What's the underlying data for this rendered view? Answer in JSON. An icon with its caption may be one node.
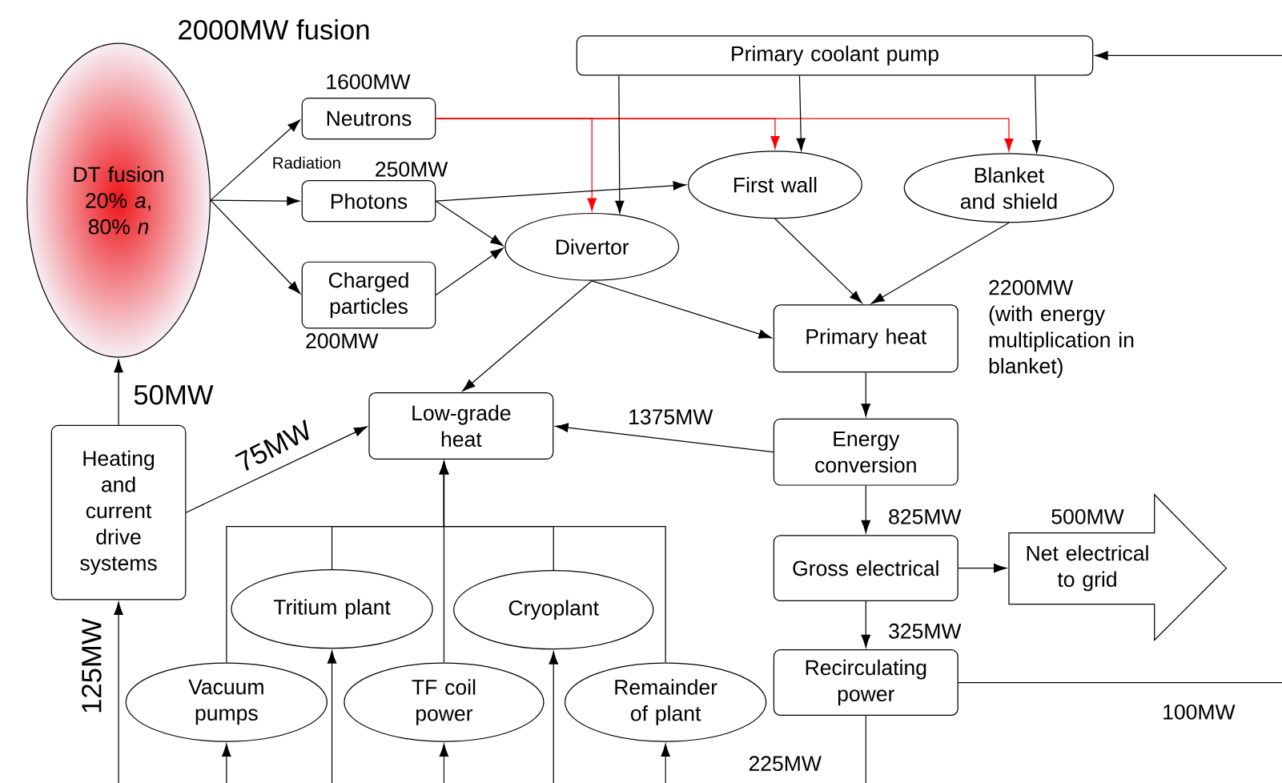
{
  "diagram": {
    "title": "2000MW fusion",
    "nodes": [
      {
        "text": [
          "DT fusion 20% *a*, 80% *n*"
        ]
      },
      {
        "text": [
          "Primary coolant pump"
        ]
      },
      {
        "text": [
          "Neutrons"
        ],
        "beside": [
          "1600MW"
        ]
      },
      {
        "text": [
          "Photons"
        ],
        "beside": [
          "250MW"
        ]
      },
      {
        "text": [
          "Charged particles"
        ],
        "beside": [
          "200MW"
        ]
      },
      {
        "text": [
          "First wall"
        ]
      },
      {
        "text": [
          "Blanket and shield"
        ]
      },
      {
        "text": [
          "Divertor"
        ]
      },
      {
        "text": [
          "Primary heat"
        ],
        "beside": [
          "2200MW (with energy multiplication in blanket)"
        ]
      },
      {
        "text": [
          "Low-grade heat"
        ]
      },
      {
        "text": [
          "Heating and current drive systems"
        ]
      },
      {
        "text": [
          "Energy conversion"
        ]
      },
      {
        "text": [
          "Gross electrical"
        ]
      },
      {
        "text": [
          "Net electrical to grid"
        ],
        "beside": [
          "500MW"
        ]
      },
      {
        "text": [
          "Recirculating power"
        ]
      },
      {
        "text": [
          "Tritium plant"
        ]
      },
      {
        "text": [
          "Cryoplant"
        ]
      },
      {
        "text": [
          "Vacuum pumps"
        ]
      },
      {
        "text": [
          "TF coil power"
        ]
      },
      {
        "text": [
          "Remainder of plant"
        ]
      }
    ],
    "edges": [
      {
        "from": 0,
        "to": 2,
        "arrow": "to"
      },
      {
        "from": 0,
        "to": 3,
        "arrow": "to"
      },
      {
        "from": 0,
        "to": 4,
        "arrow": "to"
      },
      {
        "from": 2,
        "to": 7,
        "arrow": "to",
        "color": "#ff0000"
      },
      {
        "from": 2,
        "to": 5,
        "arrow": "to",
        "color": "#ff0000"
      },
      {
        "from": 2,
        "to": 6,
        "arrow": "to",
        "color": "#ff0000"
      },
      {
        "from": 1,
        "to": 7,
        "arrow": "to"
      },
      {
        "from": 1,
        "to": 5,
        "arrow": "to"
      },
      {
        "from": 1,
        "to": 6,
        "arrow": "to"
      },
      {
        "from": 3,
        "to": 5,
        "arrow": "to"
      },
      {
        "from": 3,
        "to": 7,
        "arrow": "to"
      },
      {
        "from": 4,
        "to": 7,
        "arrow": "to"
      },
      {
        "from": 7,
        "to": 9,
        "arrow": "to"
      },
      {
        "from": 7,
        "to": 8,
        "arrow": "to"
      },
      {
        "from": 5,
        "to": 8,
        "arrow": "to"
      },
      {
        "from": 6,
        "to": 8,
        "arrow": "to"
      },
      {
        "from": 8,
        "to": 11,
        "arrow": "to"
      },
      {
        "from": 11,
        "to": 9,
        "arrow": "to",
        "label": "1375MW"
      },
      {
        "from": 10,
        "to": 0,
        "arrow": "to",
        "label": "50MW"
      },
      {
        "from": 10,
        "to": 9,
        "arrow": "to",
        "label": "75MW"
      },
      {
        "from": 11,
        "to": 12,
        "arrow": "to",
        "label": "825MW"
      },
      {
        "from": 12,
        "to": 13,
        "arrow": "to"
      },
      {
        "from": 12,
        "to": 14,
        "arrow": "to",
        "label": "325MW"
      },
      {
        "from": 14,
        "to": null,
        "arrow": "none",
        "label": "100MW"
      },
      {
        "from": null,
        "to": 1,
        "arrow": "to"
      },
      {
        "from": 14,
        "to": null,
        "arrow": "none",
        "label": "225MW"
      },
      {
        "from": null,
        "to": 10,
        "arrow": "to",
        "label": "125MW"
      },
      {
        "from": null,
        "to": 17,
        "arrow": "to"
      },
      {
        "from": null,
        "to": 15,
        "arrow": "to"
      },
      {
        "from": null,
        "to": 18,
        "arrow": "to"
      },
      {
        "from": null,
        "to": 16,
        "arrow": "to"
      },
      {
        "from": null,
        "to": 19,
        "arrow": "to"
      },
      {
        "from": 17,
        "to": 9,
        "arrow": "to"
      },
      {
        "from": 15,
        "to": 9,
        "arrow": "to"
      },
      {
        "from": 18,
        "to": 9,
        "arrow": "to"
      },
      {
        "from": 16,
        "to": 9,
        "arrow": "to"
      },
      {
        "from": 19,
        "to": 9,
        "arrow": "to"
      }
    ],
    "labels": [
      "Radiation"
    ]
  }
}
